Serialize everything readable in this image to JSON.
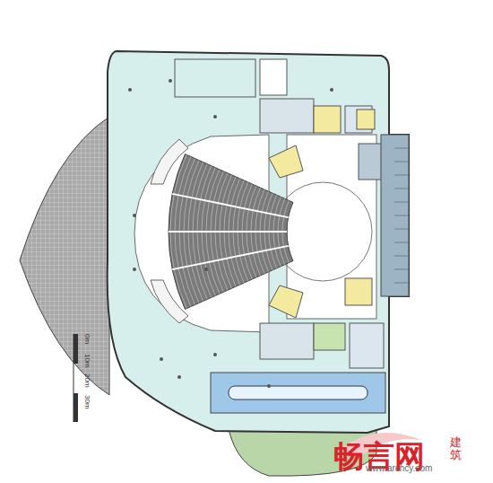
{
  "diagram": {
    "labels": [
      "0m",
      "10m",
      "20m",
      "30m",
      "畅言网",
      "建筑",
      "www.archcy.com"
    ]
  }
}
